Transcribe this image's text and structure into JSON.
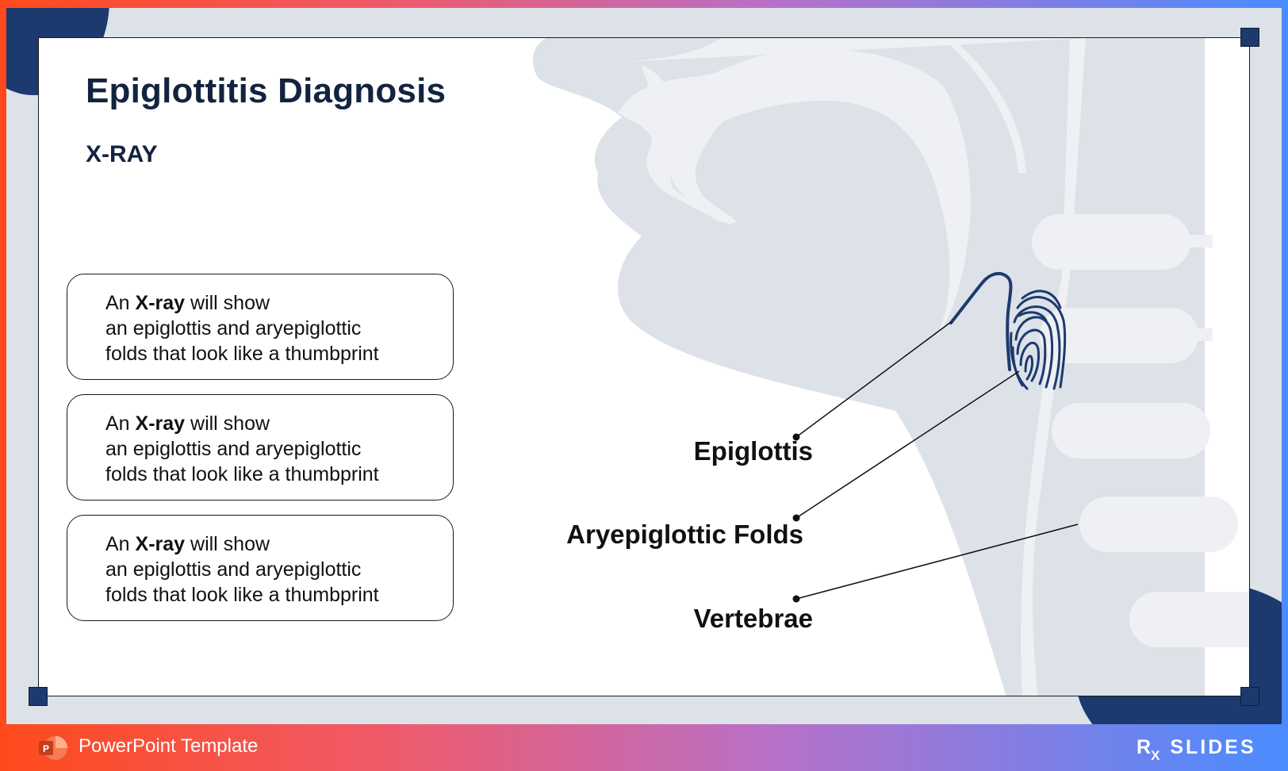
{
  "slide": {
    "title": "Epiglottitis Diagnosis",
    "subtitle": "X-RAY",
    "cards": [
      {
        "prefix": "An ",
        "bold": "X-ray",
        "suffix": " will show",
        "line2": "an epiglottis and aryepiglottic",
        "line3": "folds that look like a thumbprint"
      },
      {
        "prefix": "An ",
        "bold": "X-ray",
        "suffix": " will show",
        "line2": "an epiglottis and aryepiglottic",
        "line3": "folds that look like a thumbprint"
      },
      {
        "prefix": "An ",
        "bold": "X-ray",
        "suffix": " will show",
        "line2": "an epiglottis and aryepiglottic",
        "line3": "folds that look like a thumbprint"
      }
    ],
    "callouts": {
      "epiglottis": "Epiglottis",
      "folds": "Aryepiglottic Folds",
      "vertebrae": "Vertebrae"
    }
  },
  "footer": {
    "app_label": "PowerPoint Template",
    "brand_main": "R",
    "brand_sub": "X",
    "brand_rest": "SLIDES"
  },
  "colors": {
    "navy": "#1c3a6e",
    "title": "#13233f",
    "silhouette": "#dde1e8",
    "airway": "#eef0f4"
  },
  "icons": {
    "app_logo": "powerpoint-icon",
    "thumbprint": "fingerprint-icon"
  }
}
